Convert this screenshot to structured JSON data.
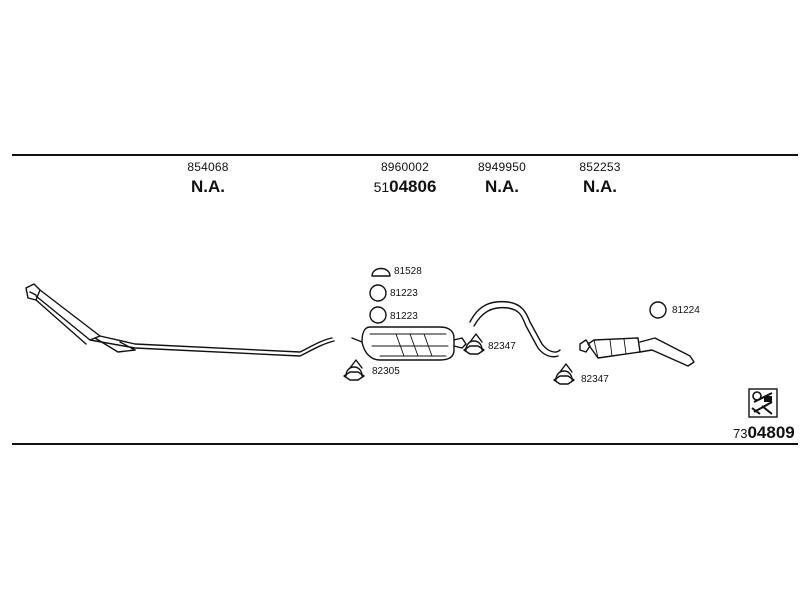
{
  "headers": [
    {
      "number": "854068",
      "code_prefix": "",
      "code": "N.A."
    },
    {
      "number": "8960002",
      "code_prefix": "51",
      "code": "04806"
    },
    {
      "number": "8949950",
      "code_prefix": "",
      "code": "N.A."
    },
    {
      "number": "852253",
      "code_prefix": "",
      "code": "N.A."
    }
  ],
  "parts": {
    "p81528": "81528",
    "p81223a": "81223",
    "p81223b": "81223",
    "p82347a": "82347",
    "p82305": "82305",
    "p82347b": "82347",
    "p81224": "81224"
  },
  "footer": {
    "code_prefix": "73",
    "code": "04809"
  }
}
